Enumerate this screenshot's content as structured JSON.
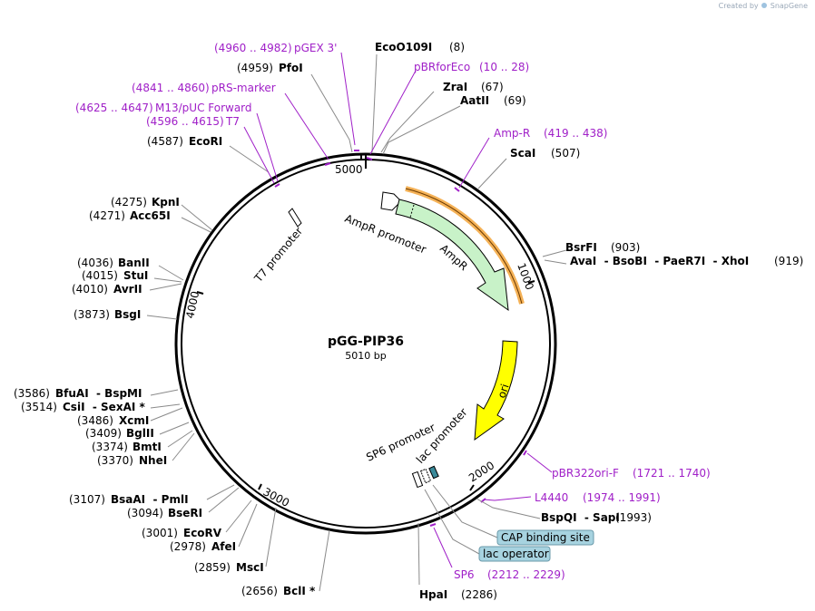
{
  "credit": {
    "prefix": "Created by",
    "brand": "SnapGene"
  },
  "plasmid": {
    "name": "pGG-PIP36",
    "size": "5010 bp"
  },
  "ticks": [
    "1000",
    "2000",
    "3000",
    "4000",
    "5000"
  ],
  "features": {
    "ampr_promoter": "AmpR promoter",
    "ampr": "AmpR",
    "ori": "ori",
    "t7_promoter": "T7 promoter",
    "sp6_promoter": "SP6 promoter",
    "lac_promoter": "lac promoter",
    "cap_site": "CAP binding site",
    "lac_operator": "lac operator"
  },
  "primers": {
    "pgex3": {
      "range": "(4960 .. 4982)",
      "name": "pGEX 3'"
    },
    "pbrforeco": {
      "name": "pBRforEco",
      "range": "(10 .. 28)"
    },
    "prs_marker": {
      "range": "(4841 .. 4860)",
      "name": "pRS-marker"
    },
    "m13_puc": {
      "range": "(4625 .. 4647)",
      "name": "M13/pUC Forward"
    },
    "t7": {
      "range": "(4596 .. 4615)",
      "name": "T7"
    },
    "amp_r": {
      "name": "Amp-R",
      "range": "(419 .. 438)"
    },
    "pbr322ori": {
      "name": "pBR322ori-F",
      "range": "(1721 .. 1740)"
    },
    "l4440": {
      "name": "L4440",
      "range": "(1974 .. 1991)"
    },
    "sp6": {
      "name": "SP6",
      "range": "(2212 .. 2229)"
    }
  },
  "sites": {
    "pfoi": {
      "pos": "(4959)",
      "name": "PfoI"
    },
    "eco0109i": {
      "name": "EcoO109I",
      "pos": "(8)"
    },
    "zrai": {
      "name": "ZraI",
      "pos": "(67)"
    },
    "aatii": {
      "name": "AatII",
      "pos": "(69)"
    },
    "scai": {
      "name": "ScaI",
      "pos": "(507)"
    },
    "ecori": {
      "pos": "(4587)",
      "name": "EcoRI"
    },
    "kpni": {
      "pos": "(4275)",
      "name": "KpnI"
    },
    "acc65i": {
      "pos": "(4271)",
      "name": "Acc65I"
    },
    "bsrfi": {
      "name": "BsrFI",
      "pos": "(903)"
    },
    "ava_group": {
      "name": "AvaI  - BsoBI  - PaeR7I  - XhoI",
      "pos": "(919)"
    },
    "banii": {
      "pos": "(4036)",
      "name": "BanII"
    },
    "stui": {
      "pos": "(4015)",
      "name": "StuI"
    },
    "avrii": {
      "pos": "(4010)",
      "name": "AvrII"
    },
    "bsgi": {
      "pos": "(3873)",
      "name": "BsgI"
    },
    "bfuai": {
      "pos": "(3586)",
      "name": "BfuAI  - BspMI"
    },
    "csii": {
      "pos": "(3514)",
      "name": "CsiI  - SexAI *"
    },
    "xcmi": {
      "pos": "(3486)",
      "name": "XcmI"
    },
    "bglii": {
      "pos": "(3409)",
      "name": "BglII"
    },
    "bmti": {
      "pos": "(3374)",
      "name": "BmtI"
    },
    "nhei": {
      "pos": "(3370)",
      "name": "NheI"
    },
    "bsaai": {
      "pos": "(3107)",
      "name": "BsaAI  - PmlI"
    },
    "bseri": {
      "pos": "(3094)",
      "name": "BseRI"
    },
    "ecorv": {
      "pos": "(3001)",
      "name": "EcoRV"
    },
    "afei": {
      "pos": "(2978)",
      "name": "AfeI"
    },
    "msci": {
      "pos": "(2859)",
      "name": "MscI"
    },
    "bcli": {
      "pos": "(2656)",
      "name": "BclI *"
    },
    "hpai": {
      "name": "HpaI",
      "pos": "(2286)"
    },
    "bspqi": {
      "name": "BspQI  - SapI",
      "pos": "(1993)"
    }
  },
  "colors": {
    "primer": "#a020c8",
    "ampr_fill": "#c8f2c8",
    "ori_fill": "#ffff00",
    "highlight": "#f3a43a",
    "feature_box": "#a7d3e0"
  }
}
